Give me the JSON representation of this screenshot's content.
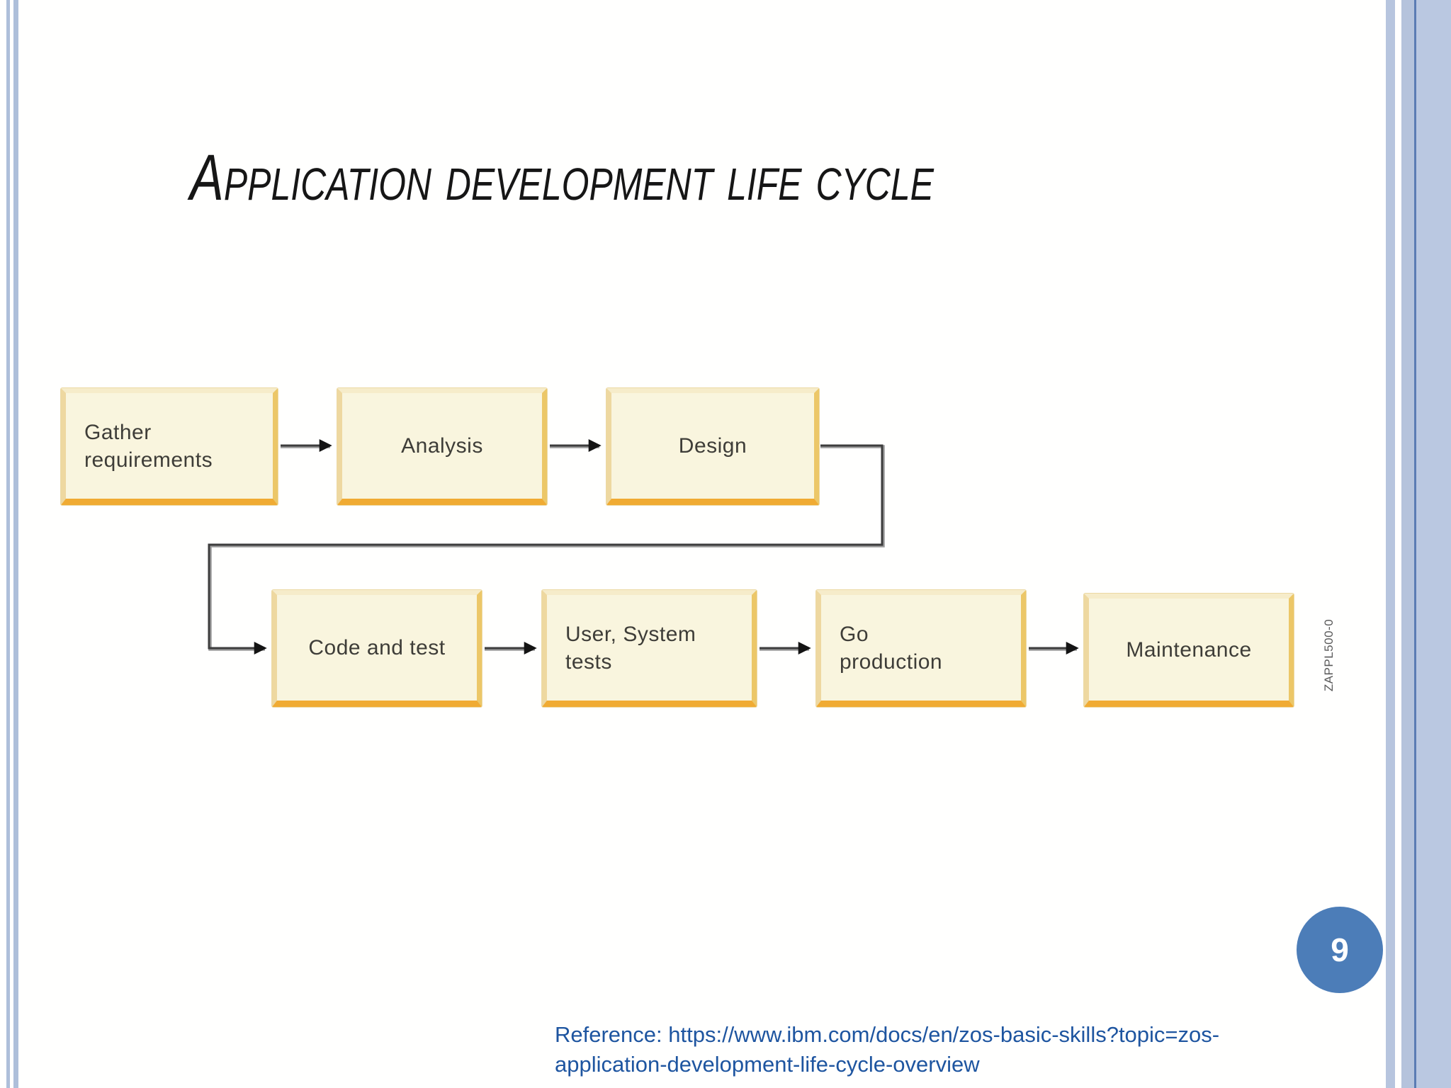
{
  "slide": {
    "title": "Application development life cycle",
    "page_number": "9",
    "reference": {
      "line1": "Reference: https://www.ibm.com/docs/en/zos-basic-skills?topic=zos-",
      "line2": "application-development-life-cycle-overview"
    }
  },
  "diagram": {
    "figure_id": "ZAPPL500-0",
    "boxes": [
      {
        "label": "Gather\nrequirements"
      },
      {
        "label": "Analysis"
      },
      {
        "label": "Design"
      },
      {
        "label": "Code and test"
      },
      {
        "label": "User, System\ntests"
      },
      {
        "label": "Go\nproduction"
      },
      {
        "label": "Maintenance"
      }
    ]
  },
  "colors": {
    "accent_blue": "#4c7db8",
    "reference_blue": "#1e55a0",
    "box_fill": "#f9f5de",
    "box_border_orange": "#f0ab33",
    "box_border_tan": "#eed8a0",
    "stripe_blue": "#b5c3dc",
    "stripe_dark_blue": "#5b7cb4",
    "connector_gray": "#3d3d3d",
    "title_color": "#161616"
  }
}
